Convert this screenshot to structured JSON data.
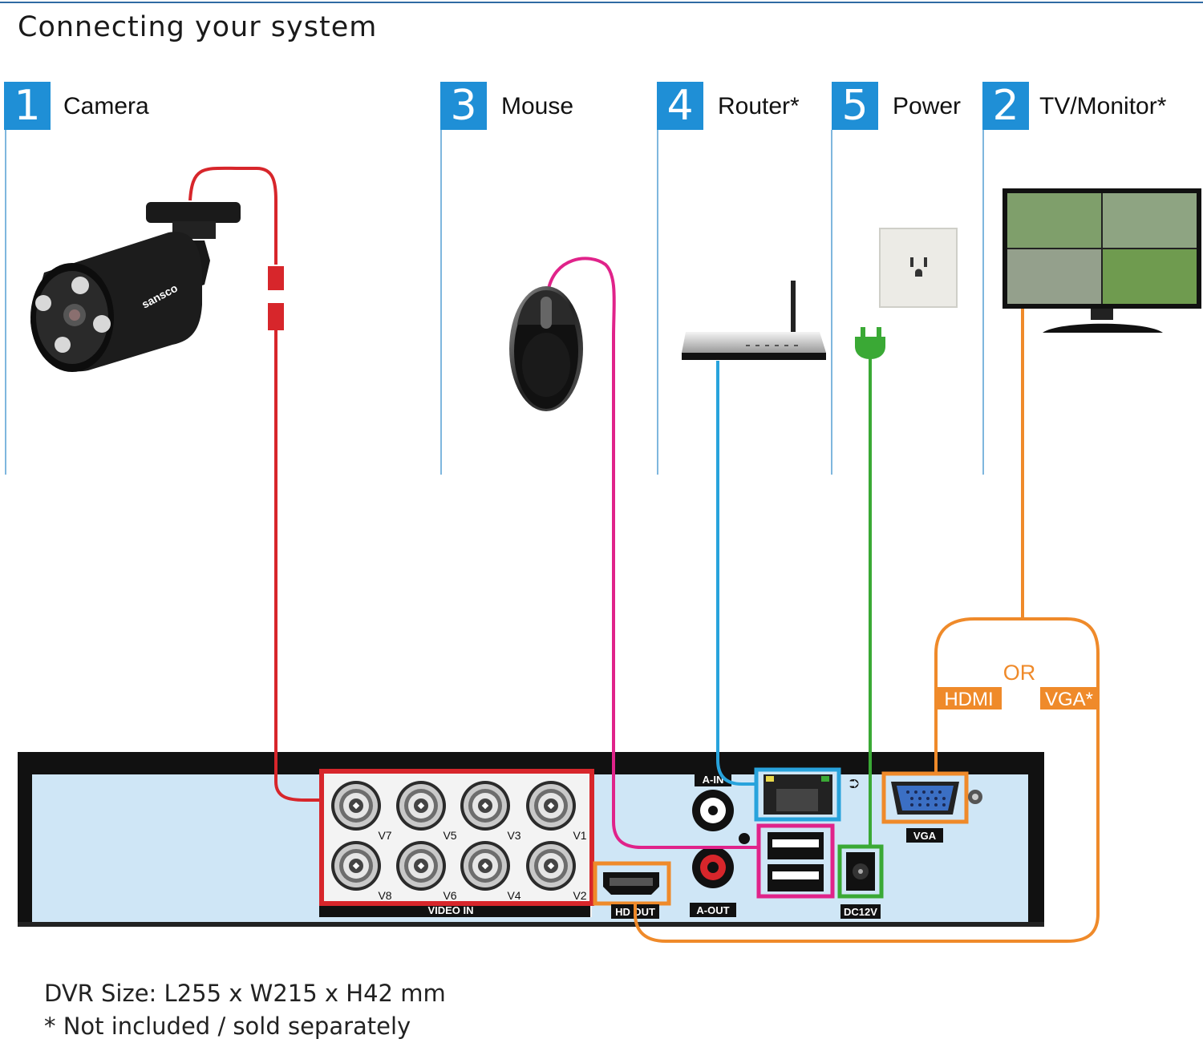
{
  "title": "Connecting your system",
  "steps": [
    {
      "num": "1",
      "label": "Camera"
    },
    {
      "num": "3",
      "label": "Mouse"
    },
    {
      "num": "4",
      "label": "Router*"
    },
    {
      "num": "5",
      "label": "Power"
    },
    {
      "num": "2",
      "label": "TV/Monitor*"
    }
  ],
  "camera_brand": "sansco",
  "ports": {
    "video_in": "VIDEO IN",
    "video_channels": [
      "V7",
      "V5",
      "V3",
      "V1",
      "V8",
      "V6",
      "V4",
      "V2"
    ],
    "a_in": "A-IN",
    "a_out": "A-OUT",
    "hd_out": "HD OUT",
    "vga": "VGA",
    "dc12v": "DC12V"
  },
  "display_options": {
    "or": "OR",
    "hdmi": "HDMI",
    "vga": "VGA*"
  },
  "colors": {
    "step_blue": "#1f8fd6",
    "camera_red": "#d7262b",
    "mouse_magenta": "#e0238a",
    "router_blue": "#28a3dc",
    "power_green": "#3aa935",
    "display_orange": "#ef8a2a",
    "dvr_panel": "#cfe6f6"
  },
  "footer": {
    "size": "DVR Size: L255 x W215 x H42 mm",
    "note": "* Not included / sold separately"
  }
}
